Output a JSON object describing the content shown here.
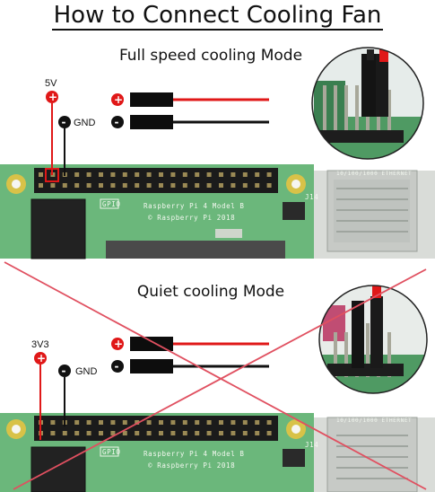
{
  "title": "How to Connect Cooling Fan",
  "sections": [
    {
      "mode_label": "Full speed cooling Mode",
      "power_pin_label": "5V",
      "ground_pin_label": "GND",
      "wire_plus_symbol": "+",
      "wire_minus_symbol": "-",
      "board_header_label": "GPIO",
      "board_model_label": "Raspberry Pi 4 Model B",
      "board_copyright_label": "© Raspberry Pi 2018",
      "board_tag_j14": "J14",
      "board_tag_ethernet": "10/100/1000 ETHERNET",
      "crossed_out": false
    },
    {
      "mode_label": "Quiet cooling Mode",
      "power_pin_label": "3V3",
      "ground_pin_label": "GND",
      "wire_plus_symbol": "+",
      "wire_minus_symbol": "-",
      "board_header_label": "GPIO",
      "board_model_label": "Raspberry Pi 4 Model B",
      "board_copyright_label": "© Raspberry Pi 2018",
      "board_tag_j14": "J14",
      "board_tag_ethernet": "10/100/1000 ETHERNET",
      "crossed_out": true
    }
  ],
  "colors": {
    "wire_red": "#e01818",
    "wire_black": "#111111",
    "board_green": "#6bb77b",
    "cross_red": "#e05060"
  }
}
